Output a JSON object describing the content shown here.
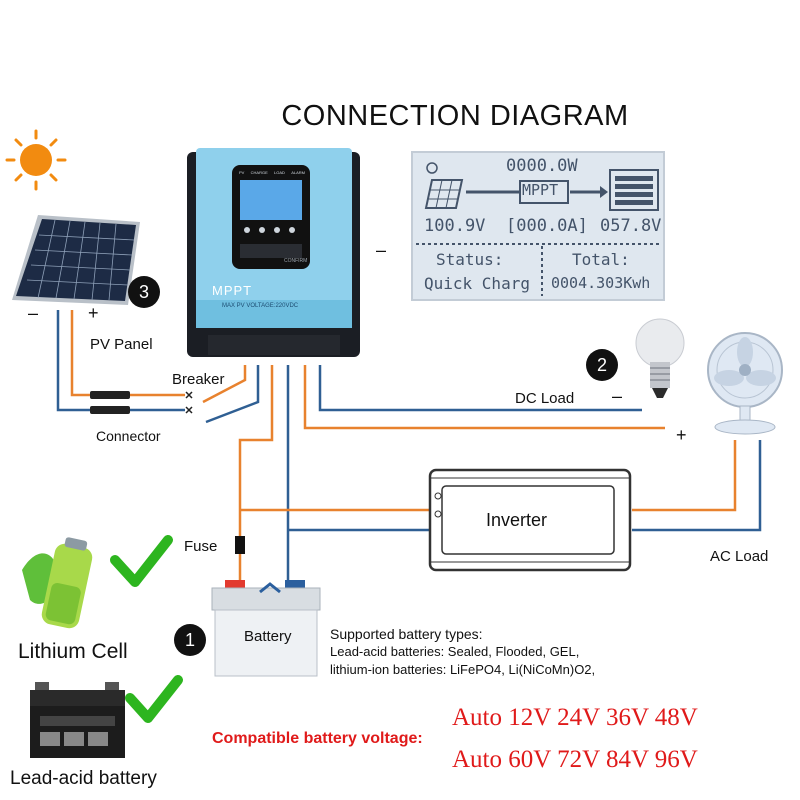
{
  "title": "CONNECTION DIAGRAM",
  "controller": {
    "brand": "MPPT",
    "subtitle": "MAX PV VOLTAGE:220VDC",
    "indicators": [
      "PV",
      "CHARGE",
      "LOAD",
      "ALARM"
    ],
    "confirm_label": "CONFIRM"
  },
  "lcd": {
    "power": "0000.0W",
    "mode": "MPPT",
    "pv_voltage": "100.9V",
    "current": "[000.0A]",
    "battery_voltage": "057.8V",
    "status_label": "Status:",
    "status_value": "Quick Charg",
    "total_label": "Total:",
    "total_value": "0004.303Kwh"
  },
  "labels": {
    "pv_panel": "PV Panel",
    "breaker": "Breaker",
    "connector": "Connector",
    "dc_load": "DC Load",
    "fuse": "Fuse",
    "inverter": "Inverter",
    "ac_load": "AC Load",
    "battery": "Battery",
    "lithium_cell": "Lithium Cell",
    "lead_acid": "Lead-acid battery",
    "minus": "–",
    "plus": "+"
  },
  "badges": {
    "one": "1",
    "two": "2",
    "three": "3"
  },
  "battery_types": {
    "heading": "Supported battery types:",
    "lead_acid": "Lead-acid batteries: Sealed, Flooded, GEL,",
    "lithium": "lithium-ion batteries: LiFePO4, Li(NiCoMn)O2,"
  },
  "compatible": {
    "label": "Compatible battery voltage:",
    "line1": "Auto 12V 24V 36V 48V",
    "line2": "Auto 60V 72V 84V 96V"
  },
  "colors": {
    "positive": "#e8822e",
    "negative": "#2f5f93",
    "check": "#2db51f",
    "accent_red": "#e01a1a"
  }
}
